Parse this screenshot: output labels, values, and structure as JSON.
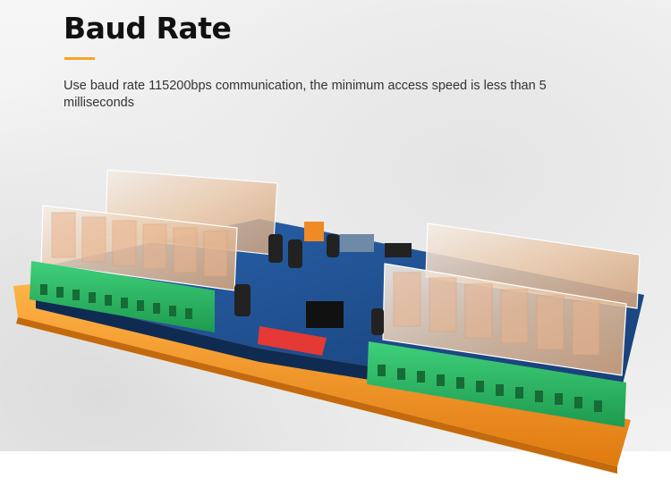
{
  "header": {
    "title": "Baud Rate",
    "description": "Use baud rate 115200bps communication, the minimum access speed is less than 5 milliseconds"
  },
  "colors": {
    "accent": "#f5a623",
    "rail": "#f0952a",
    "terminal_green": "#27ae60",
    "pcb_blue": "#1f4f8f",
    "dip_switch_red": "#e53935"
  },
  "product": {
    "icon": "relay-board-image"
  }
}
